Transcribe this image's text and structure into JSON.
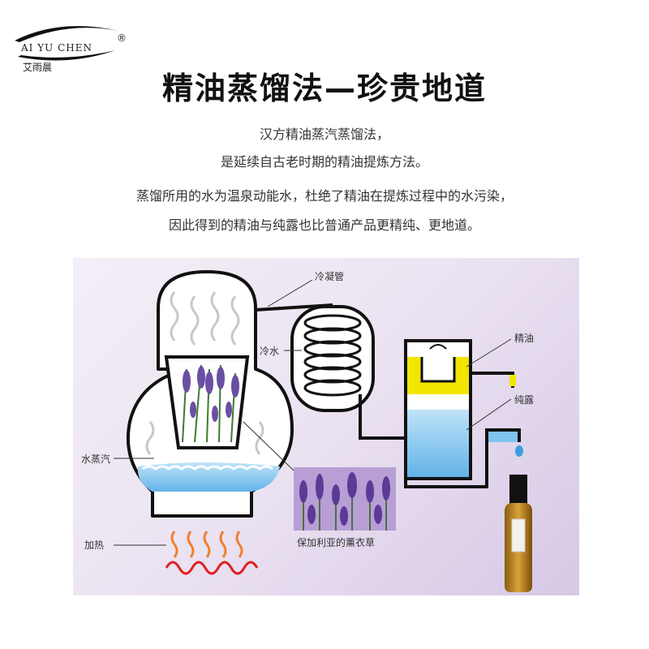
{
  "logo": {
    "en": "AI YU CHEN",
    "cn": "艾雨晨",
    "reg": "®"
  },
  "title": "精油蒸馏法—珍贵地道",
  "description": [
    "汉方精油蒸汽蒸馏法，",
    "是延续自古老时期的精油提炼方法。",
    "蒸馏所用的水为温泉动能水，杜绝了精油在提炼过程中的水污染，",
    "因此得到的精油与纯露也比普通产品更精纯、更地道。"
  ],
  "labels": {
    "condenser": "冷凝管",
    "cold_water": "冷水",
    "essential_oil": "精油",
    "hydrosol": "纯露",
    "steam": "水蒸汽",
    "heating": "加热"
  },
  "photo_caption": "保加利亚的薰衣草",
  "colors": {
    "panel": "#ece4f2",
    "water": "#7fc3ee",
    "oil": "#f2e600",
    "heat": "#e02020",
    "lavender": "#6a4fa3"
  }
}
